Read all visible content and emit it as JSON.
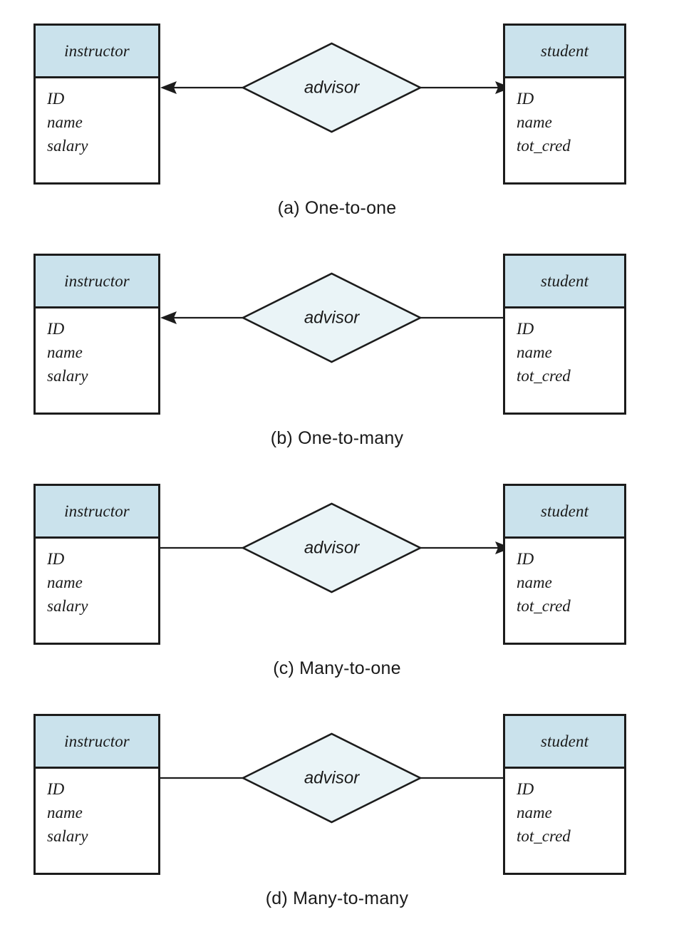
{
  "figure": {
    "entity_left": {
      "name": "instructor",
      "attributes": [
        "ID",
        "name",
        "salary"
      ]
    },
    "entity_right": {
      "name": "student",
      "attributes": [
        "ID",
        "name",
        "tot_cred"
      ]
    },
    "relationship_label": "advisor",
    "colors": {
      "entity_header_fill": "#cae2ec",
      "entity_body_fill": "#ffffff",
      "diamond_fill": "#eaf4f7",
      "stroke": "#1c1c1c",
      "text": "#1a1a1a",
      "background": "#ffffff"
    }
  },
  "panels": [
    {
      "id": "a",
      "caption": "(a) One-to-one",
      "relationship_label": "advisor",
      "left_entity": "instructor",
      "right_entity": "student",
      "arrow_left": true,
      "arrow_right": true,
      "cardinality": "one-to-one"
    },
    {
      "id": "b",
      "caption": "(b) One-to-many",
      "relationship_label": "advisor",
      "left_entity": "instructor",
      "right_entity": "student",
      "arrow_left": true,
      "arrow_right": false,
      "cardinality": "one-to-many"
    },
    {
      "id": "c",
      "caption": "(c) Many-to-one",
      "relationship_label": "advisor",
      "left_entity": "instructor",
      "right_entity": "student",
      "arrow_left": false,
      "arrow_right": true,
      "cardinality": "many-to-one"
    },
    {
      "id": "d",
      "caption": "(d) Many-to-many",
      "relationship_label": "advisor",
      "left_entity": "instructor",
      "right_entity": "student",
      "arrow_left": false,
      "arrow_right": false,
      "cardinality": "many-to-many"
    }
  ]
}
